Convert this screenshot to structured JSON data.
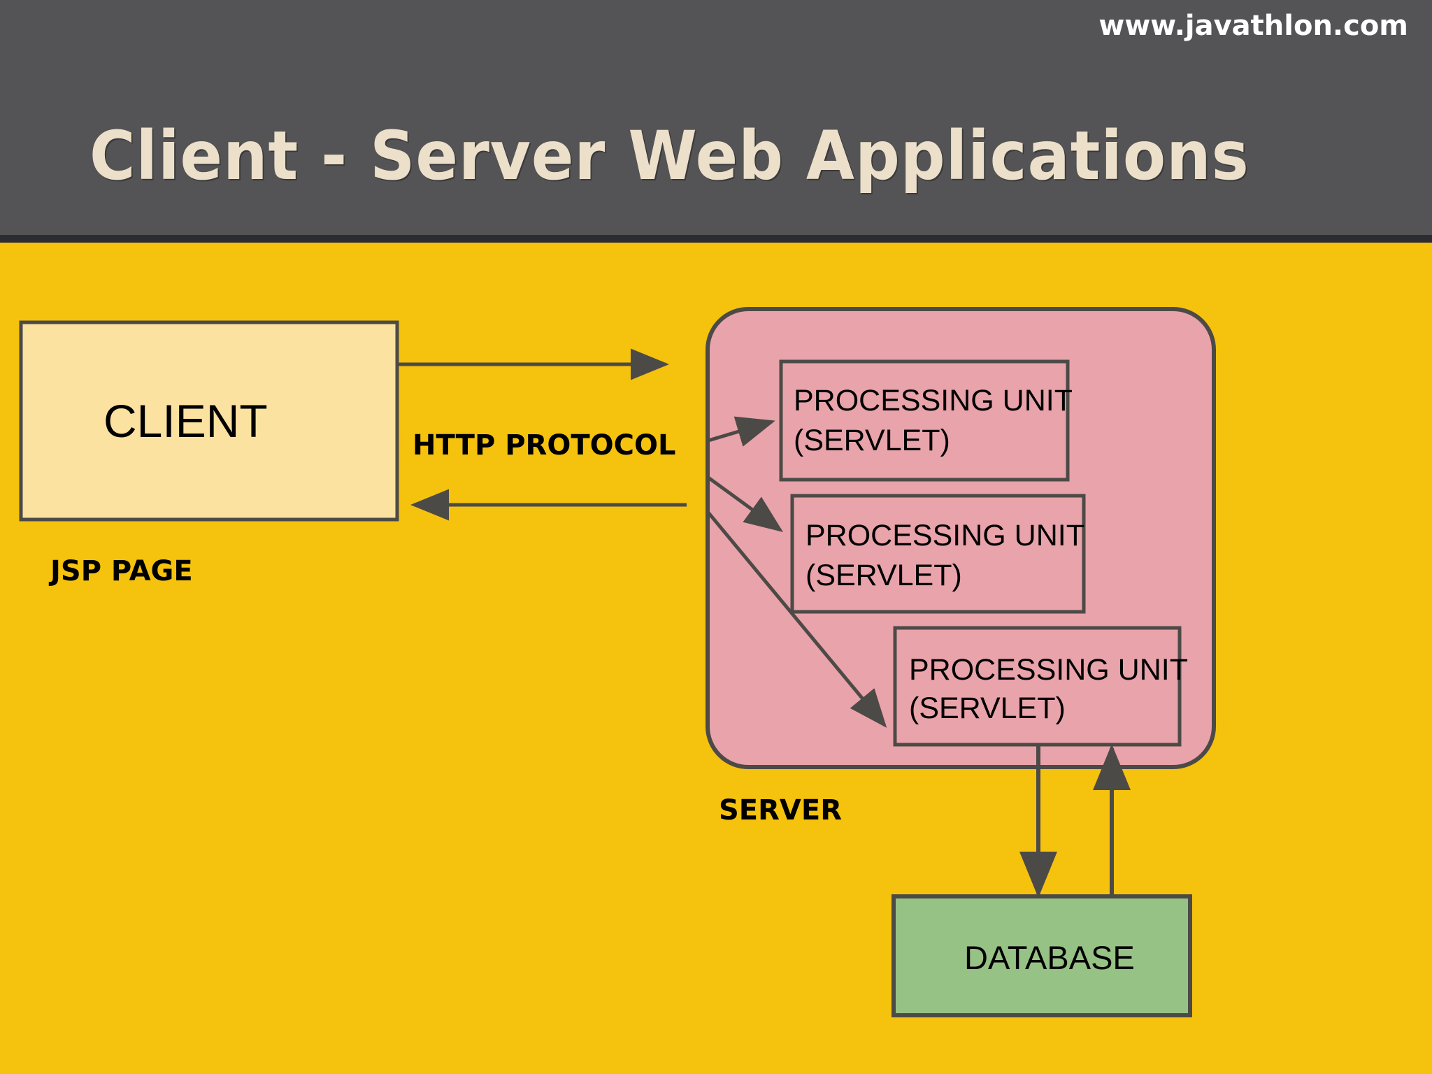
{
  "slide": {
    "title": "Client - Server Web Applications",
    "watermark": "www.javathlon.com",
    "colors": {
      "header_bg": "#545355",
      "header_underline": "#2b2d33",
      "canvas_bg": "#f5c20e",
      "title_text": "#ece0cb",
      "client_fill": "#fbe2a0",
      "server_fill": "#e9a3aa",
      "database_fill": "#97c285",
      "stroke": "#4c4a47",
      "text": "#000000"
    }
  },
  "diagram": {
    "type": "architecture-flow",
    "nodes": [
      {
        "id": "client",
        "label": "CLIENT",
        "caption": "JSP PAGE",
        "fill": "#fbe2a0",
        "shape": "rect"
      },
      {
        "id": "server",
        "label": "SERVER",
        "caption": "SERVER",
        "fill": "#e9a3aa",
        "shape": "rounded-rect"
      },
      {
        "id": "servlet-1",
        "line1": "PROCESSING UNIT",
        "line2": "(SERVLET)",
        "fill": "none",
        "shape": "rect"
      },
      {
        "id": "servlet-2",
        "line1": "PROCESSING UNIT",
        "line2": "(SERVLET)",
        "fill": "none",
        "shape": "rect"
      },
      {
        "id": "servlet-3",
        "line1": "PROCESSING UNIT",
        "line2": "(SERVLET)",
        "fill": "none",
        "shape": "rect"
      },
      {
        "id": "database",
        "label": "DATABASE",
        "fill": "#97c285",
        "shape": "rect"
      }
    ],
    "edges": [
      {
        "id": "client-to-server",
        "from": "client",
        "to": "server",
        "label": "HTTP PROTOCOL",
        "direction": "right"
      },
      {
        "id": "server-to-client",
        "from": "server",
        "to": "client",
        "label": "",
        "direction": "left"
      },
      {
        "id": "server-to-servlet-1",
        "from": "server",
        "to": "servlet-1",
        "label": "",
        "direction": "right"
      },
      {
        "id": "server-to-servlet-2",
        "from": "server",
        "to": "servlet-2",
        "label": "",
        "direction": "right"
      },
      {
        "id": "server-to-servlet-3",
        "from": "server",
        "to": "servlet-3",
        "label": "",
        "direction": "right"
      },
      {
        "id": "servlet-3-to-database",
        "from": "servlet-3",
        "to": "database",
        "label": "",
        "direction": "down"
      },
      {
        "id": "database-to-servlet-3",
        "from": "database",
        "to": "servlet-3",
        "label": "",
        "direction": "up"
      }
    ],
    "labels": {
      "client": "CLIENT",
      "jsp_page": "JSP PAGE",
      "http_protocol": "HTTP PROTOCOL",
      "server": "SERVER",
      "database": "DATABASE",
      "processing_unit_line1": "PROCESSING UNIT",
      "processing_unit_line2": "(SERVLET)"
    }
  }
}
